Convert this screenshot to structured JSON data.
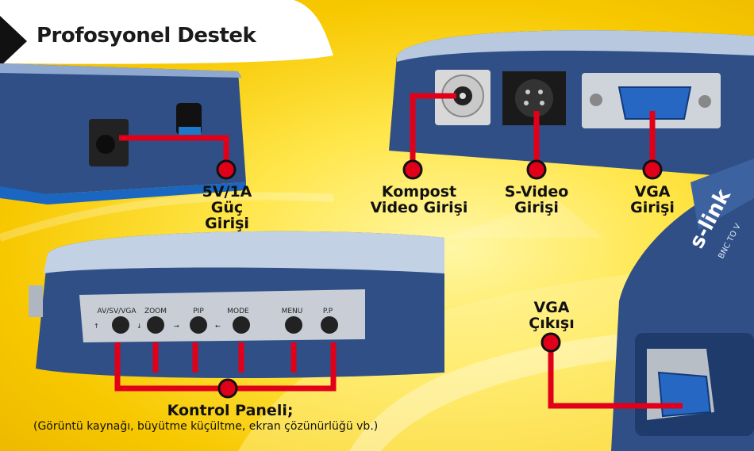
{
  "header": {
    "title": "Profosyonel Destek"
  },
  "ports": {
    "power": {
      "line1": "5V/1A",
      "line2": "Güç Girişi"
    },
    "composite": {
      "line1": "Kompost",
      "line2": "Video Girişi"
    },
    "svideo": {
      "line1": "S-Video",
      "line2": "Girişi"
    },
    "vga_in": {
      "line1": "VGA",
      "line2": "Girişi"
    },
    "vga_out": {
      "line1": "VGA",
      "line2": "Çıkışı"
    }
  },
  "panel": {
    "buttons": [
      "AV/SV/VGA",
      "ZOOM",
      "PIP",
      "MODE",
      "MENU",
      "P.P"
    ],
    "title": "Kontrol Paneli;",
    "note": "(Görüntü kaynağı, büyütme küçültme, ekran çözünürlüğü vb.)"
  },
  "brand": {
    "logo": "s-link",
    "sub": "BNC TO V"
  },
  "colors": {
    "accent_red": "#e1001a",
    "device_blue": "#2f4f86",
    "background_yellow": "#f7d100"
  }
}
